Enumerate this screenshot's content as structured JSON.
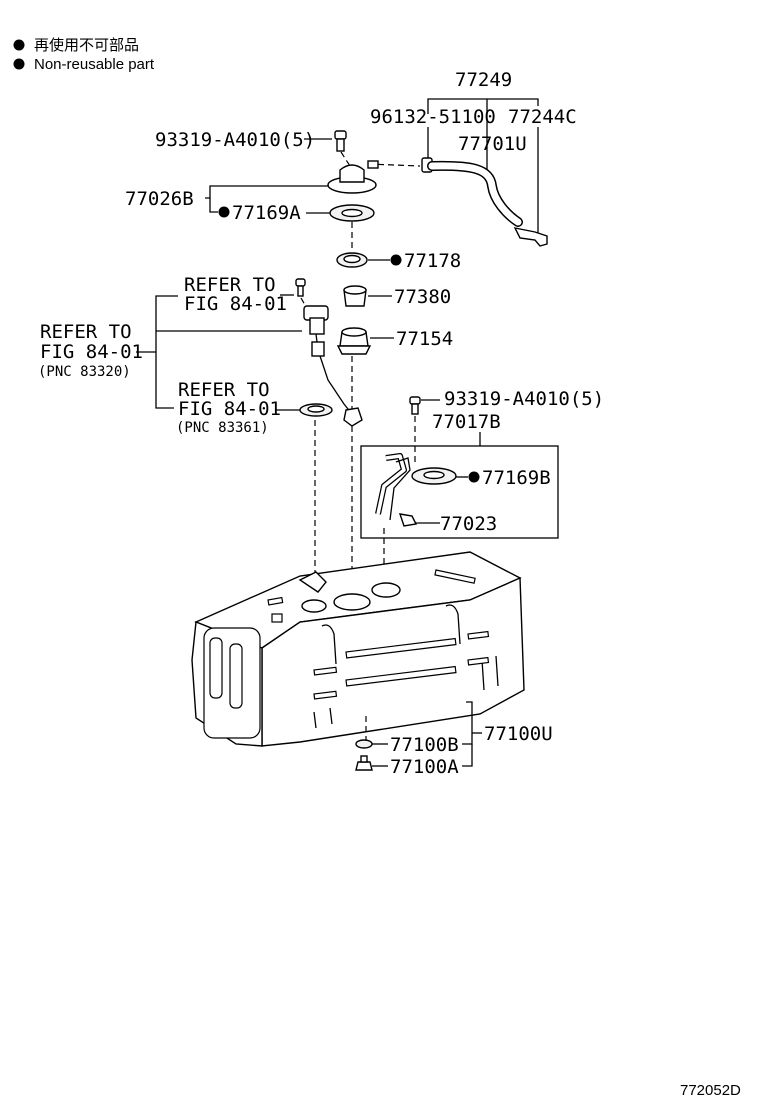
{
  "legend": {
    "items": [
      {
        "text": "再使用不可部品"
      },
      {
        "text": "Non-reusable part"
      }
    ]
  },
  "labels": {
    "p77249": "77249",
    "p96132": "96132-51100",
    "p77244c": "77244C",
    "p77701u": "77701U",
    "p93319_top": "93319-A4010(5)",
    "p77026b": "77026B",
    "p77169a": "77169A",
    "p77178": "77178",
    "p77380": "77380",
    "p77154": "77154",
    "p93319_mid": "93319-A4010(5)",
    "p77017b": "77017B",
    "p77169b": "77169B",
    "p77023": "77023",
    "p77100b": "77100B",
    "p77100a": "77100A",
    "p77100u": "77100U"
  },
  "refers": {
    "r1": {
      "line1": "REFER TO",
      "line2": "FIG 84-01"
    },
    "r2": {
      "line1": "REFER TO",
      "line2": "FIG 84-01",
      "line3": "(PNC 83320)"
    },
    "r3": {
      "line1": "REFER TO",
      "line2": "FIG 84-01",
      "line3": "(PNC 83361)"
    }
  },
  "figure_code": "772052D"
}
